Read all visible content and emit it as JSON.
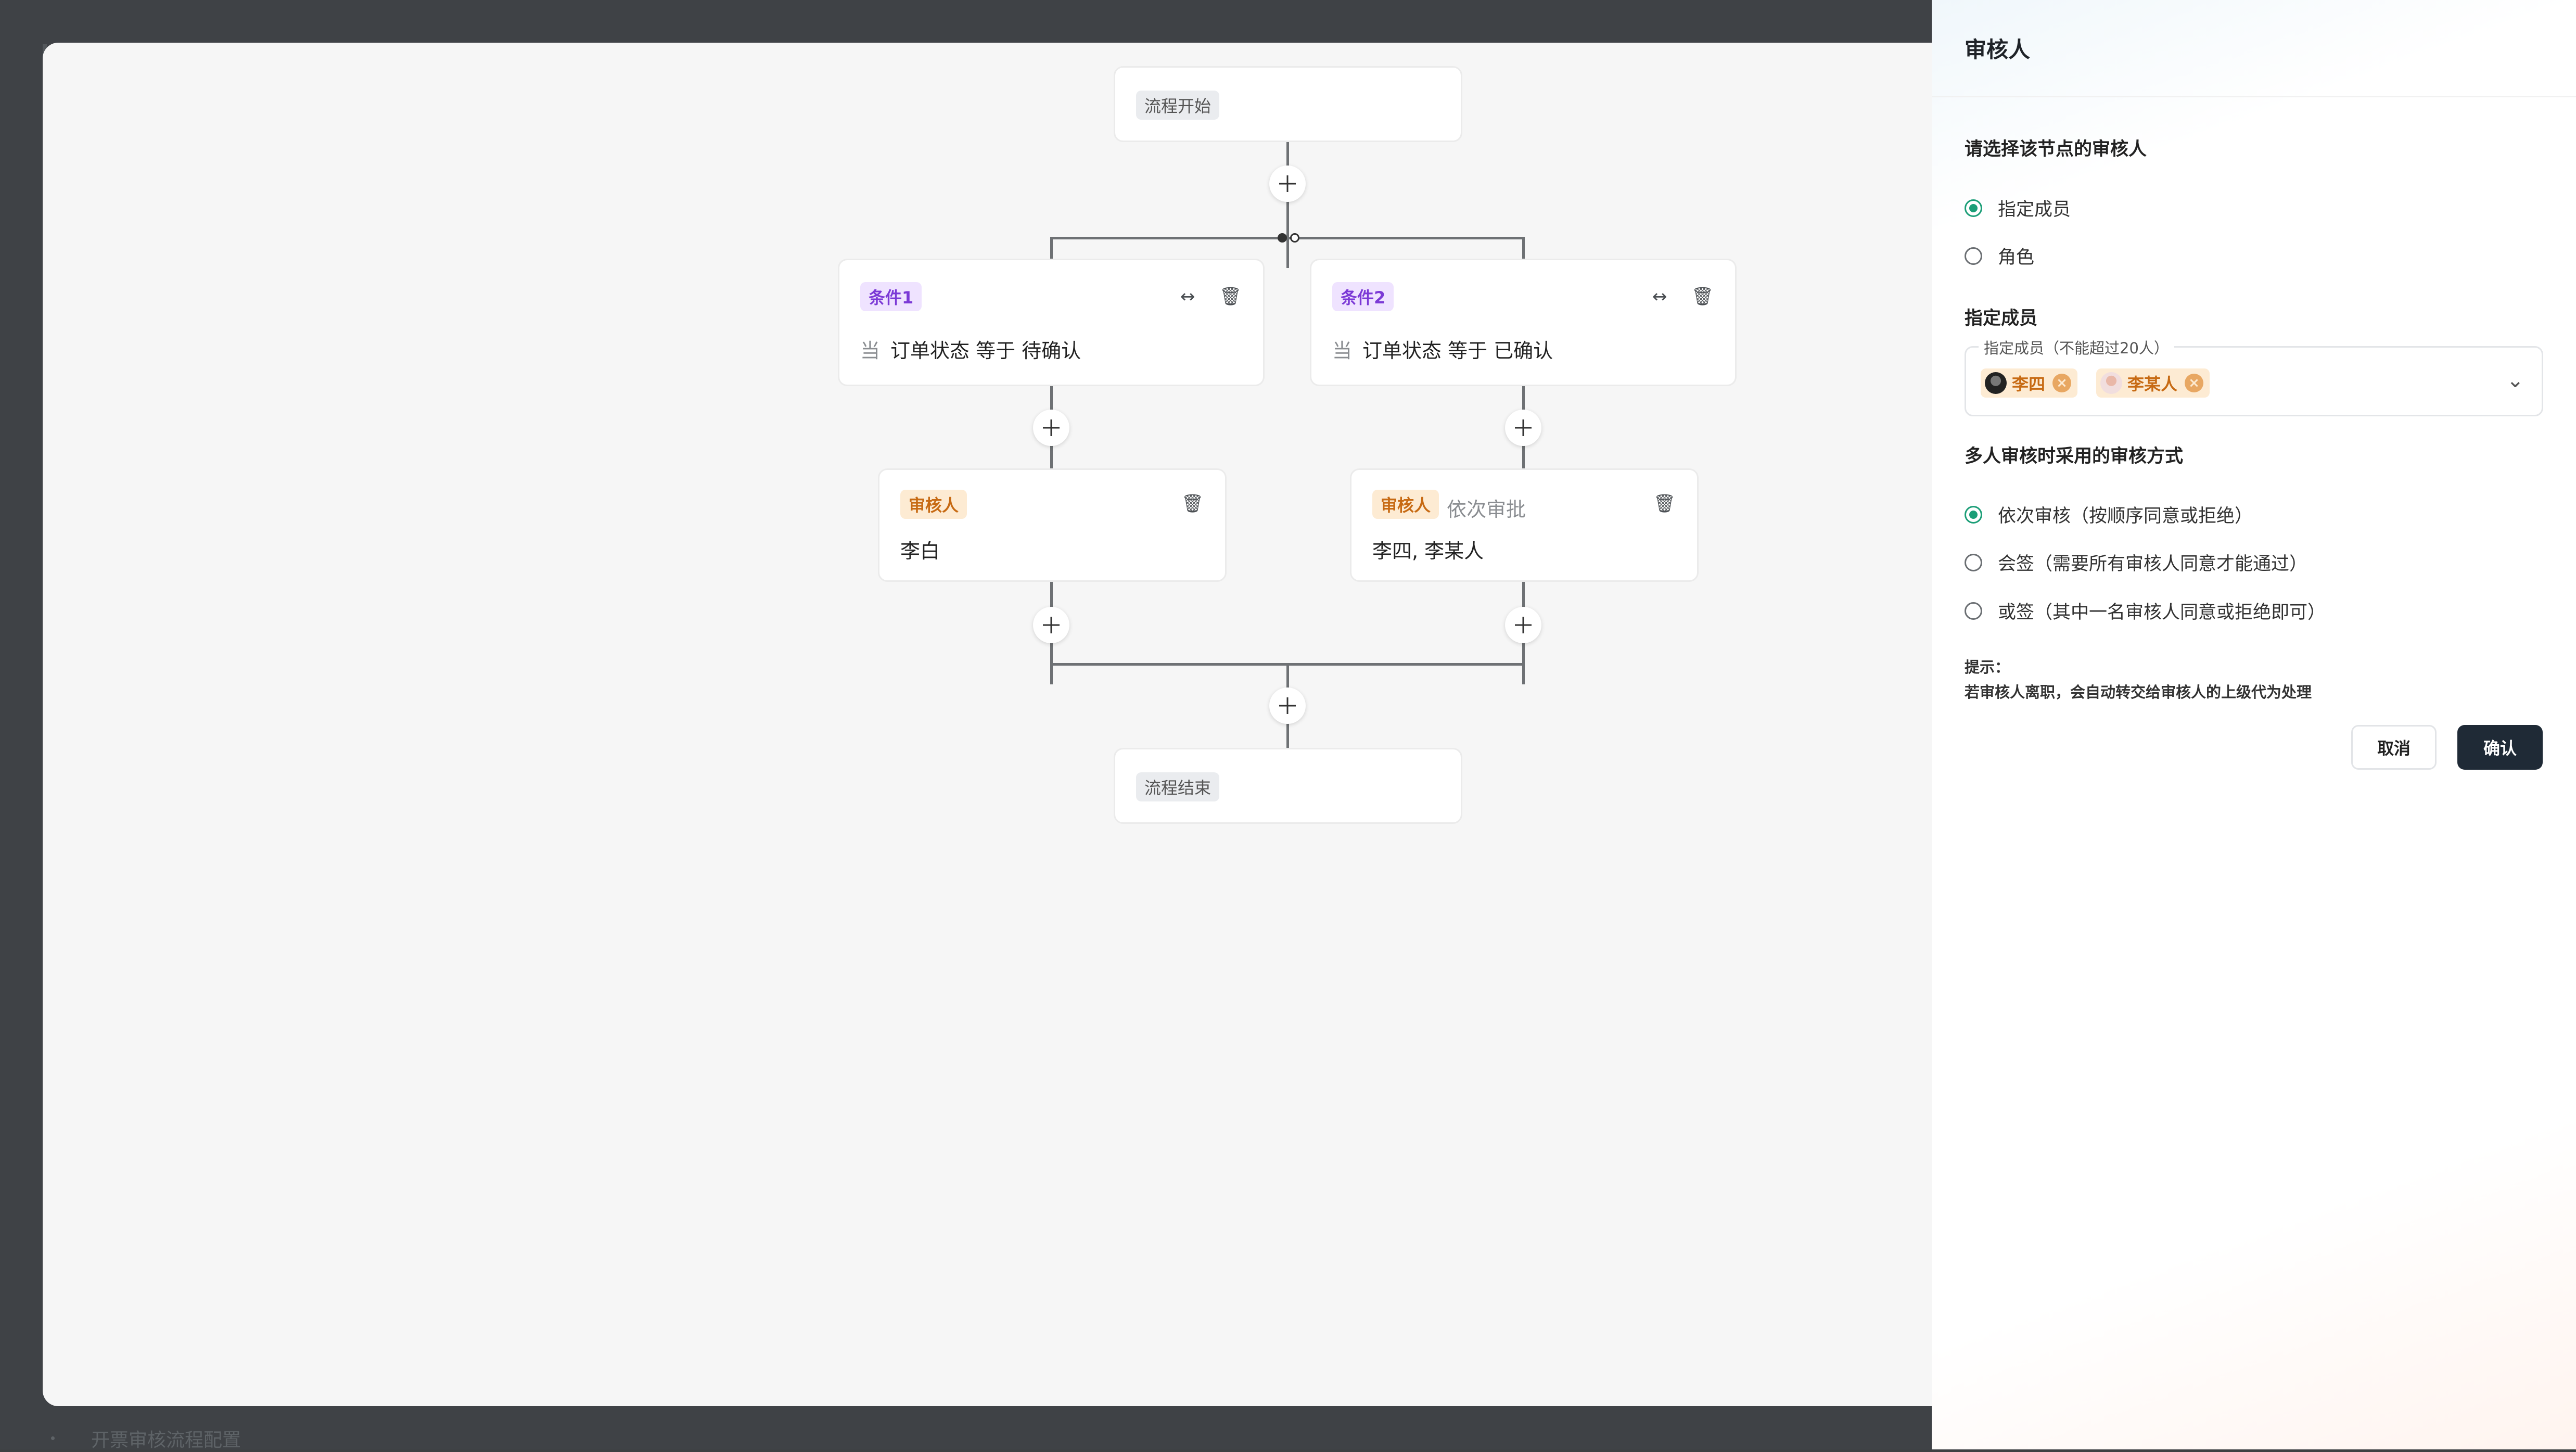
{
  "background": {
    "footer_text": "开票审核流程配置"
  },
  "flow": {
    "start_label": "流程开始",
    "end_label": "流程结束",
    "branches": [
      {
        "condition_tag": "条件1",
        "condition_prefix": "当",
        "condition_text": "订单状态 等于 待确认",
        "approver_tag": "审核人",
        "approver_mode": "",
        "approvers": "李白"
      },
      {
        "condition_tag": "条件2",
        "condition_prefix": "当",
        "condition_text": "订单状态 等于 已确认",
        "approver_tag": "审核人",
        "approver_mode": "依次审批",
        "approvers": "李四, 李某人"
      }
    ]
  },
  "panel": {
    "title": "审核人",
    "select_section_label": "请选择该节点的审核人",
    "type_options": [
      {
        "label": "指定成员",
        "selected": true
      },
      {
        "label": "角色",
        "selected": false
      }
    ],
    "members_section_label": "指定成员",
    "members_field_legend": "指定成员（不能超过20人）",
    "members": [
      "李四",
      "李某人"
    ],
    "mode_section_label": "多人审核时采用的审核方式",
    "mode_options": [
      {
        "label": "依次审核（按顺序同意或拒绝）",
        "selected": true
      },
      {
        "label": "会签（需要所有审核人同意才能通过）",
        "selected": false
      },
      {
        "label": "或签（其中一名审核人同意或拒绝即可）",
        "selected": false
      }
    ],
    "tip_title": "提示：",
    "tip_text": "若审核人离职，会自动转交给审核人的上级代为处理",
    "cancel_label": "取消",
    "confirm_label": "确认"
  },
  "colors": {
    "accent_green": "#1b9e77",
    "condition_tag": "#7b39d6",
    "approver_tag": "#c76a13",
    "confirm_button": "#1f2a36"
  }
}
